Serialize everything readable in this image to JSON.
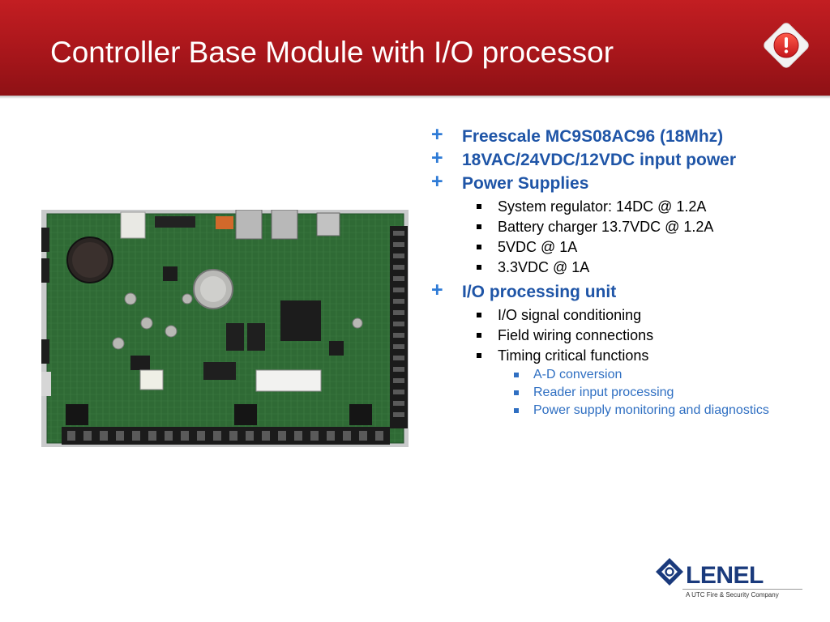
{
  "slide": {
    "title": "Controller Base Module with I/O processor"
  },
  "bullets": {
    "item1": "Freescale MC9S08AC96 (18Mhz)",
    "item2": "18VAC/24VDC/12VDC input power",
    "item3": "Power Supplies",
    "item3_sub": [
      "System regulator: 14DC @ 1.2A",
      "Battery charger 13.7VDC @ 1.2A",
      "5VDC @ 1A",
      "3.3VDC @ 1A"
    ],
    "item4": "I/O processing unit",
    "item4_sub": [
      "I/O signal conditioning",
      "Field wiring connections",
      "Timing critical functions"
    ],
    "item4_subsub": [
      "A-D conversion",
      "Reader input processing",
      "Power supply monitoring and diagnostics"
    ],
    "marker_l1": "+"
  },
  "logo": {
    "wordmark": "Lenel",
    "tagline": "A UTC Fire & Security Company"
  },
  "icons": {
    "power": "power-button-icon",
    "logo_mark": "lenel-diamond-logo-icon"
  },
  "colors": {
    "header_red": "#b51a1f",
    "bullet_blue": "#1f55a7",
    "plus_blue": "#2f7bd6",
    "sub_blue": "#2f6fc2",
    "logo_navy": "#1a3a7c",
    "board_green": "#2f6a35"
  }
}
